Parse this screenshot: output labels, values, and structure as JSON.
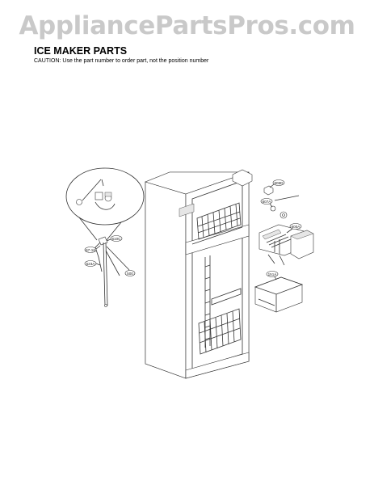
{
  "watermark": "AppliancePartsPros.com",
  "title": "ICE MAKER PARTS",
  "caution": "CAUTION: Use the part number to order part, not the position number",
  "callouts": [
    "606D",
    "607A",
    "600A",
    "151A",
    "67-16",
    "610C",
    "523A",
    "500"
  ]
}
